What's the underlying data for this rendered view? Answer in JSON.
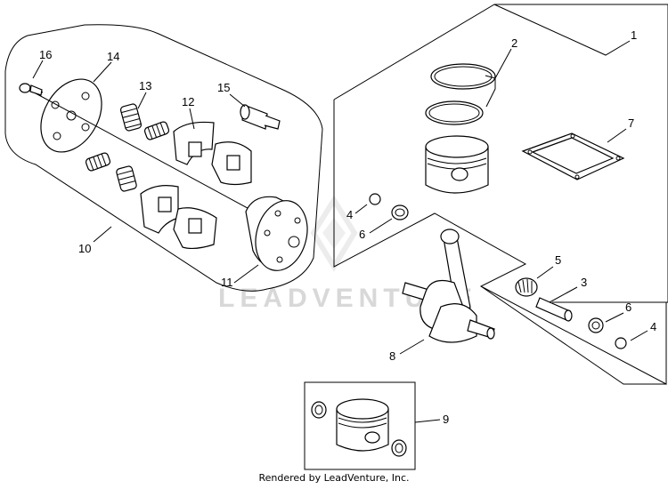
{
  "callouts": {
    "c1": "1",
    "c2": "2",
    "c3": "3",
    "c4a": "4",
    "c4b": "4",
    "c5": "5",
    "c6a": "6",
    "c6b": "6",
    "c7": "7",
    "c8": "8",
    "c9": "9",
    "c10": "10",
    "c11": "11",
    "c12": "12",
    "c13": "13",
    "c14": "14",
    "c15": "15",
    "c16": "16"
  },
  "watermark": "LEADVENTURE",
  "footer": {
    "credit": "Rendered by LeadVenture, Inc."
  }
}
